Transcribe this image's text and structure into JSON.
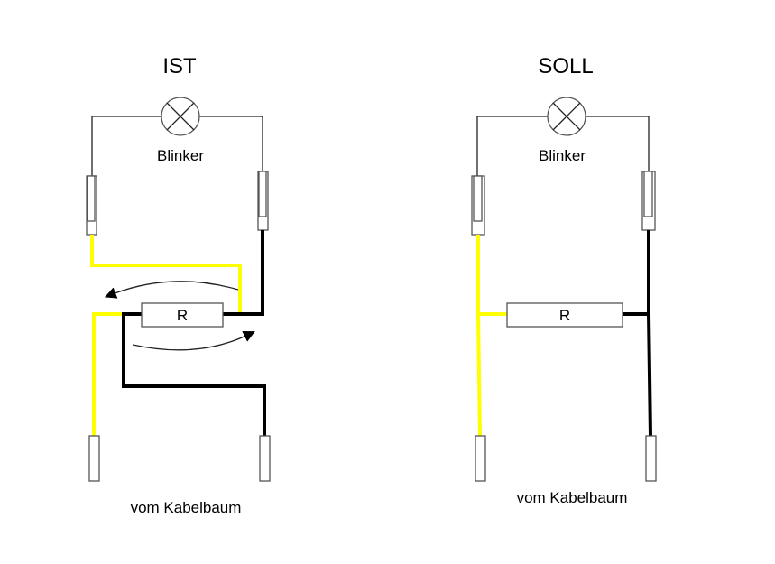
{
  "colors": {
    "yellow_wire": "#ffff00",
    "black_wire": "#000000"
  },
  "ist": {
    "title": "IST",
    "lamp_label": "Blinker",
    "resistor_label": "R",
    "source_label": "vom Kabelbaum"
  },
  "soll": {
    "title": "SOLL",
    "lamp_label": "Blinker",
    "resistor_label": "R",
    "source_label": "vom Kabelbaum"
  }
}
